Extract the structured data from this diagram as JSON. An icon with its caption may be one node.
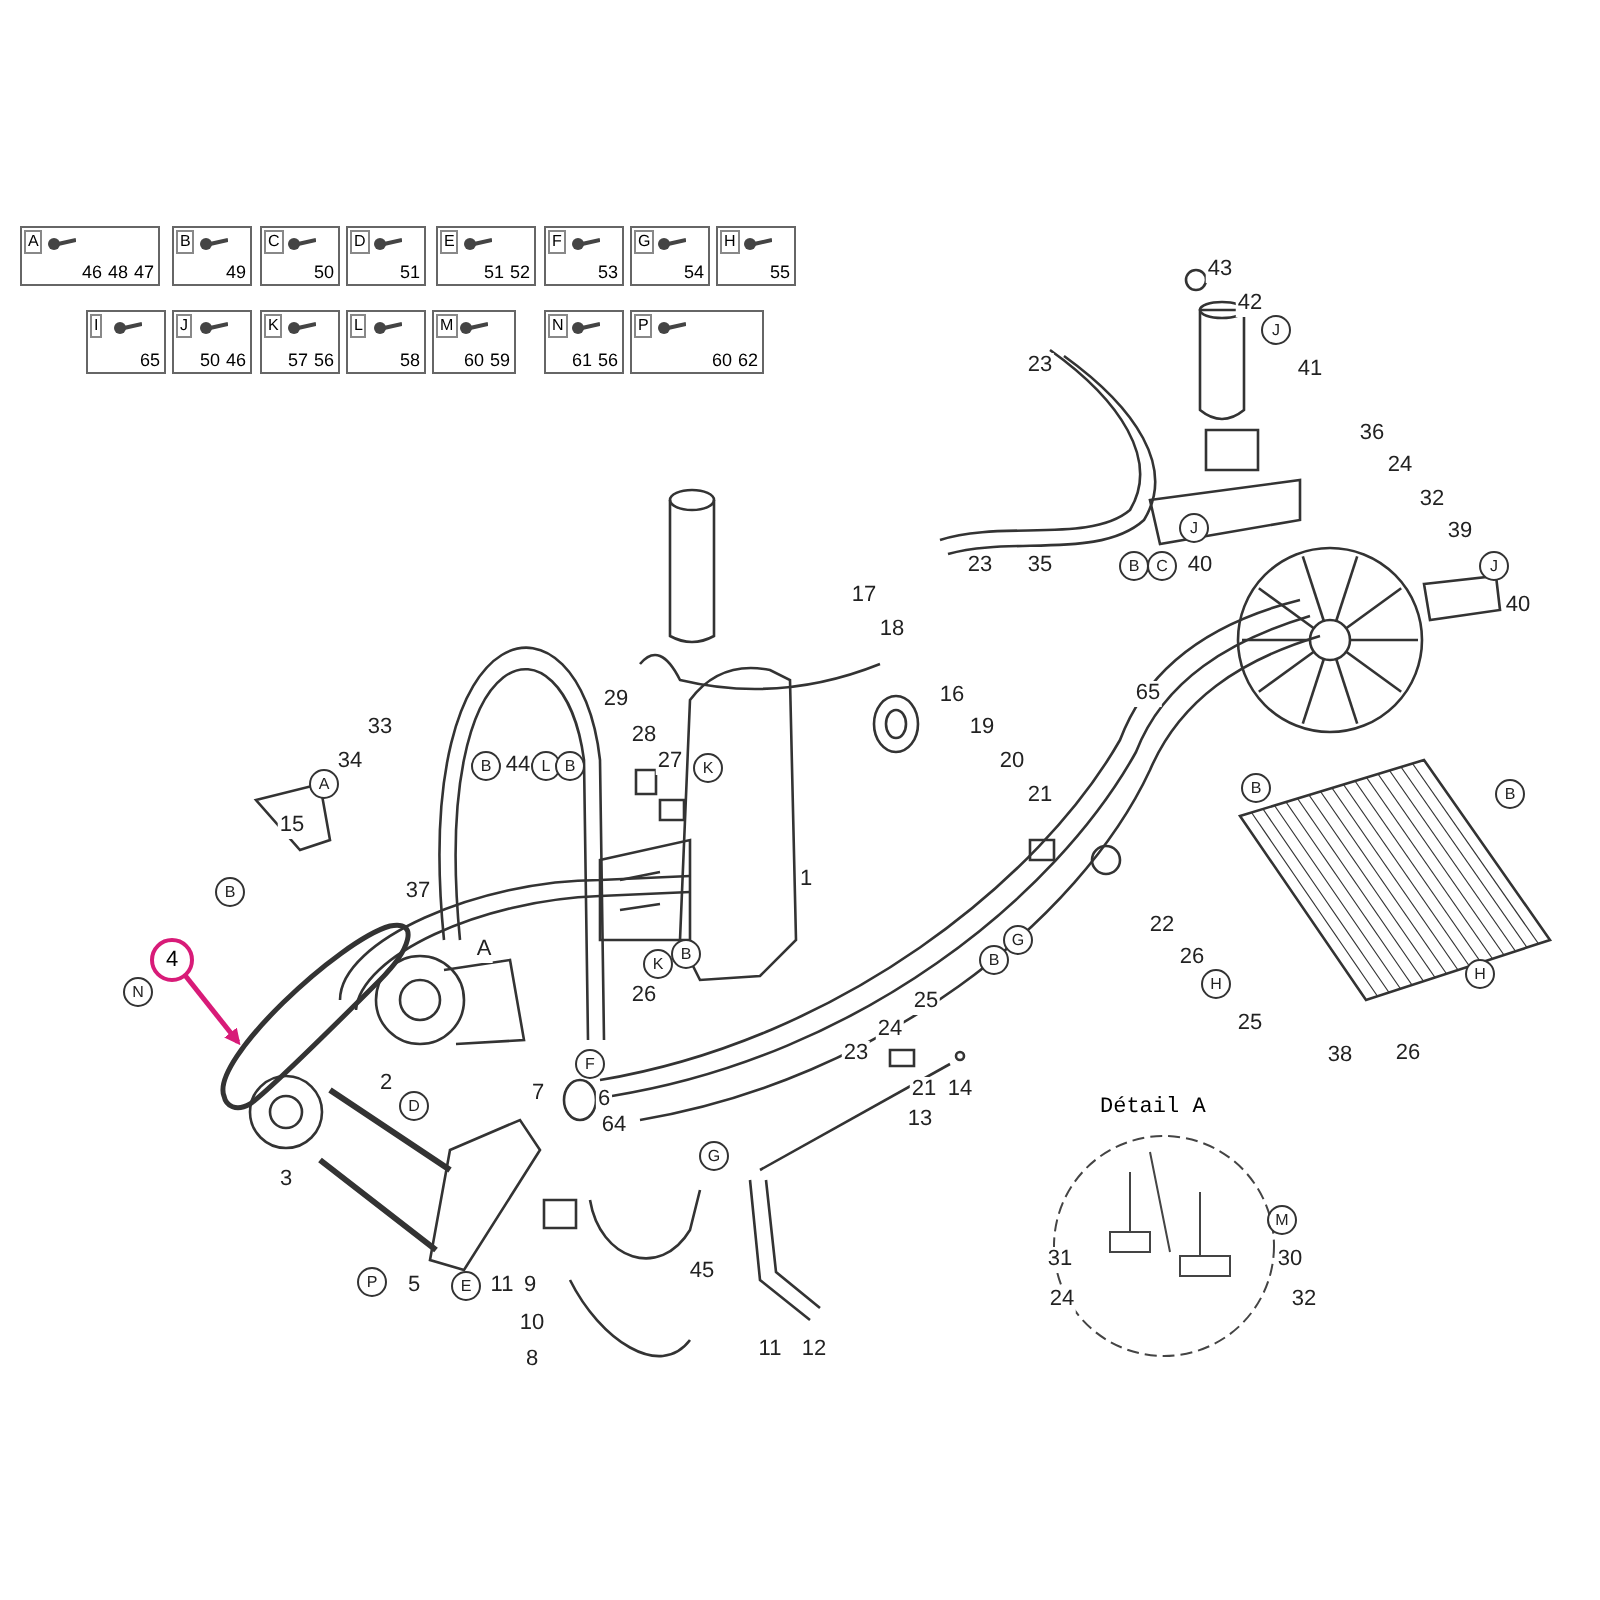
{
  "diagram": {
    "nodes": [
      {
        "text": [
          "4"
        ]
      },
      {
        "text": [],
        "shape": "picture"
      },
      {
        "text": [
          "A",
          "46",
          "48",
          "47"
        ]
      },
      {
        "text": [
          "B",
          "49"
        ]
      },
      {
        "text": [
          "C",
          "50"
        ]
      },
      {
        "text": [
          "D",
          "51"
        ]
      },
      {
        "text": [
          "E",
          "51",
          "52"
        ]
      },
      {
        "text": [
          "F",
          "53"
        ]
      },
      {
        "text": [
          "G",
          "54"
        ]
      },
      {
        "text": [
          "H",
          "55"
        ]
      },
      {
        "text": [
          "I",
          "65"
        ]
      },
      {
        "text": [
          "J",
          "50",
          "46"
        ]
      },
      {
        "text": [
          "K",
          "57",
          "56"
        ]
      },
      {
        "text": [
          "L",
          "58"
        ]
      },
      {
        "text": [
          "M",
          "60",
          "59"
        ]
      },
      {
        "text": [
          "N",
          "61",
          "56"
        ]
      },
      {
        "text": [
          "P",
          "60",
          "62"
        ]
      },
      {
        "text": [
          "Détail A"
        ]
      }
    ],
    "edges": [
      {
        "from": 0,
        "to": 1,
        "arrow": "to",
        "color": "#d81b78"
      }
    ],
    "labels": [
      "43",
      "42",
      "J",
      "41",
      "23",
      "36",
      "24",
      "32",
      "J",
      "39",
      "23",
      "35",
      "B",
      "C",
      "40",
      "J",
      "17",
      "40",
      "29",
      "18",
      "65",
      "16",
      "33",
      "28",
      "19",
      "34",
      "B",
      "44",
      "L",
      "B",
      "27",
      "K",
      "20",
      "A",
      "B",
      "B",
      "21",
      "15",
      "1",
      "B",
      "37",
      "22",
      "G",
      "A",
      "B",
      "B",
      "26",
      "K",
      "H",
      "H",
      "N",
      "26",
      "25",
      "25",
      "24",
      "23",
      "26",
      "38",
      "F",
      "14",
      "2",
      "21",
      "7",
      "6",
      "D",
      "13",
      "64",
      "G",
      "3",
      "M",
      "31",
      "30",
      "45",
      "P",
      "5",
      "E",
      "11",
      "9",
      "24",
      "32",
      "10",
      "11",
      "12",
      "8"
    ]
  }
}
